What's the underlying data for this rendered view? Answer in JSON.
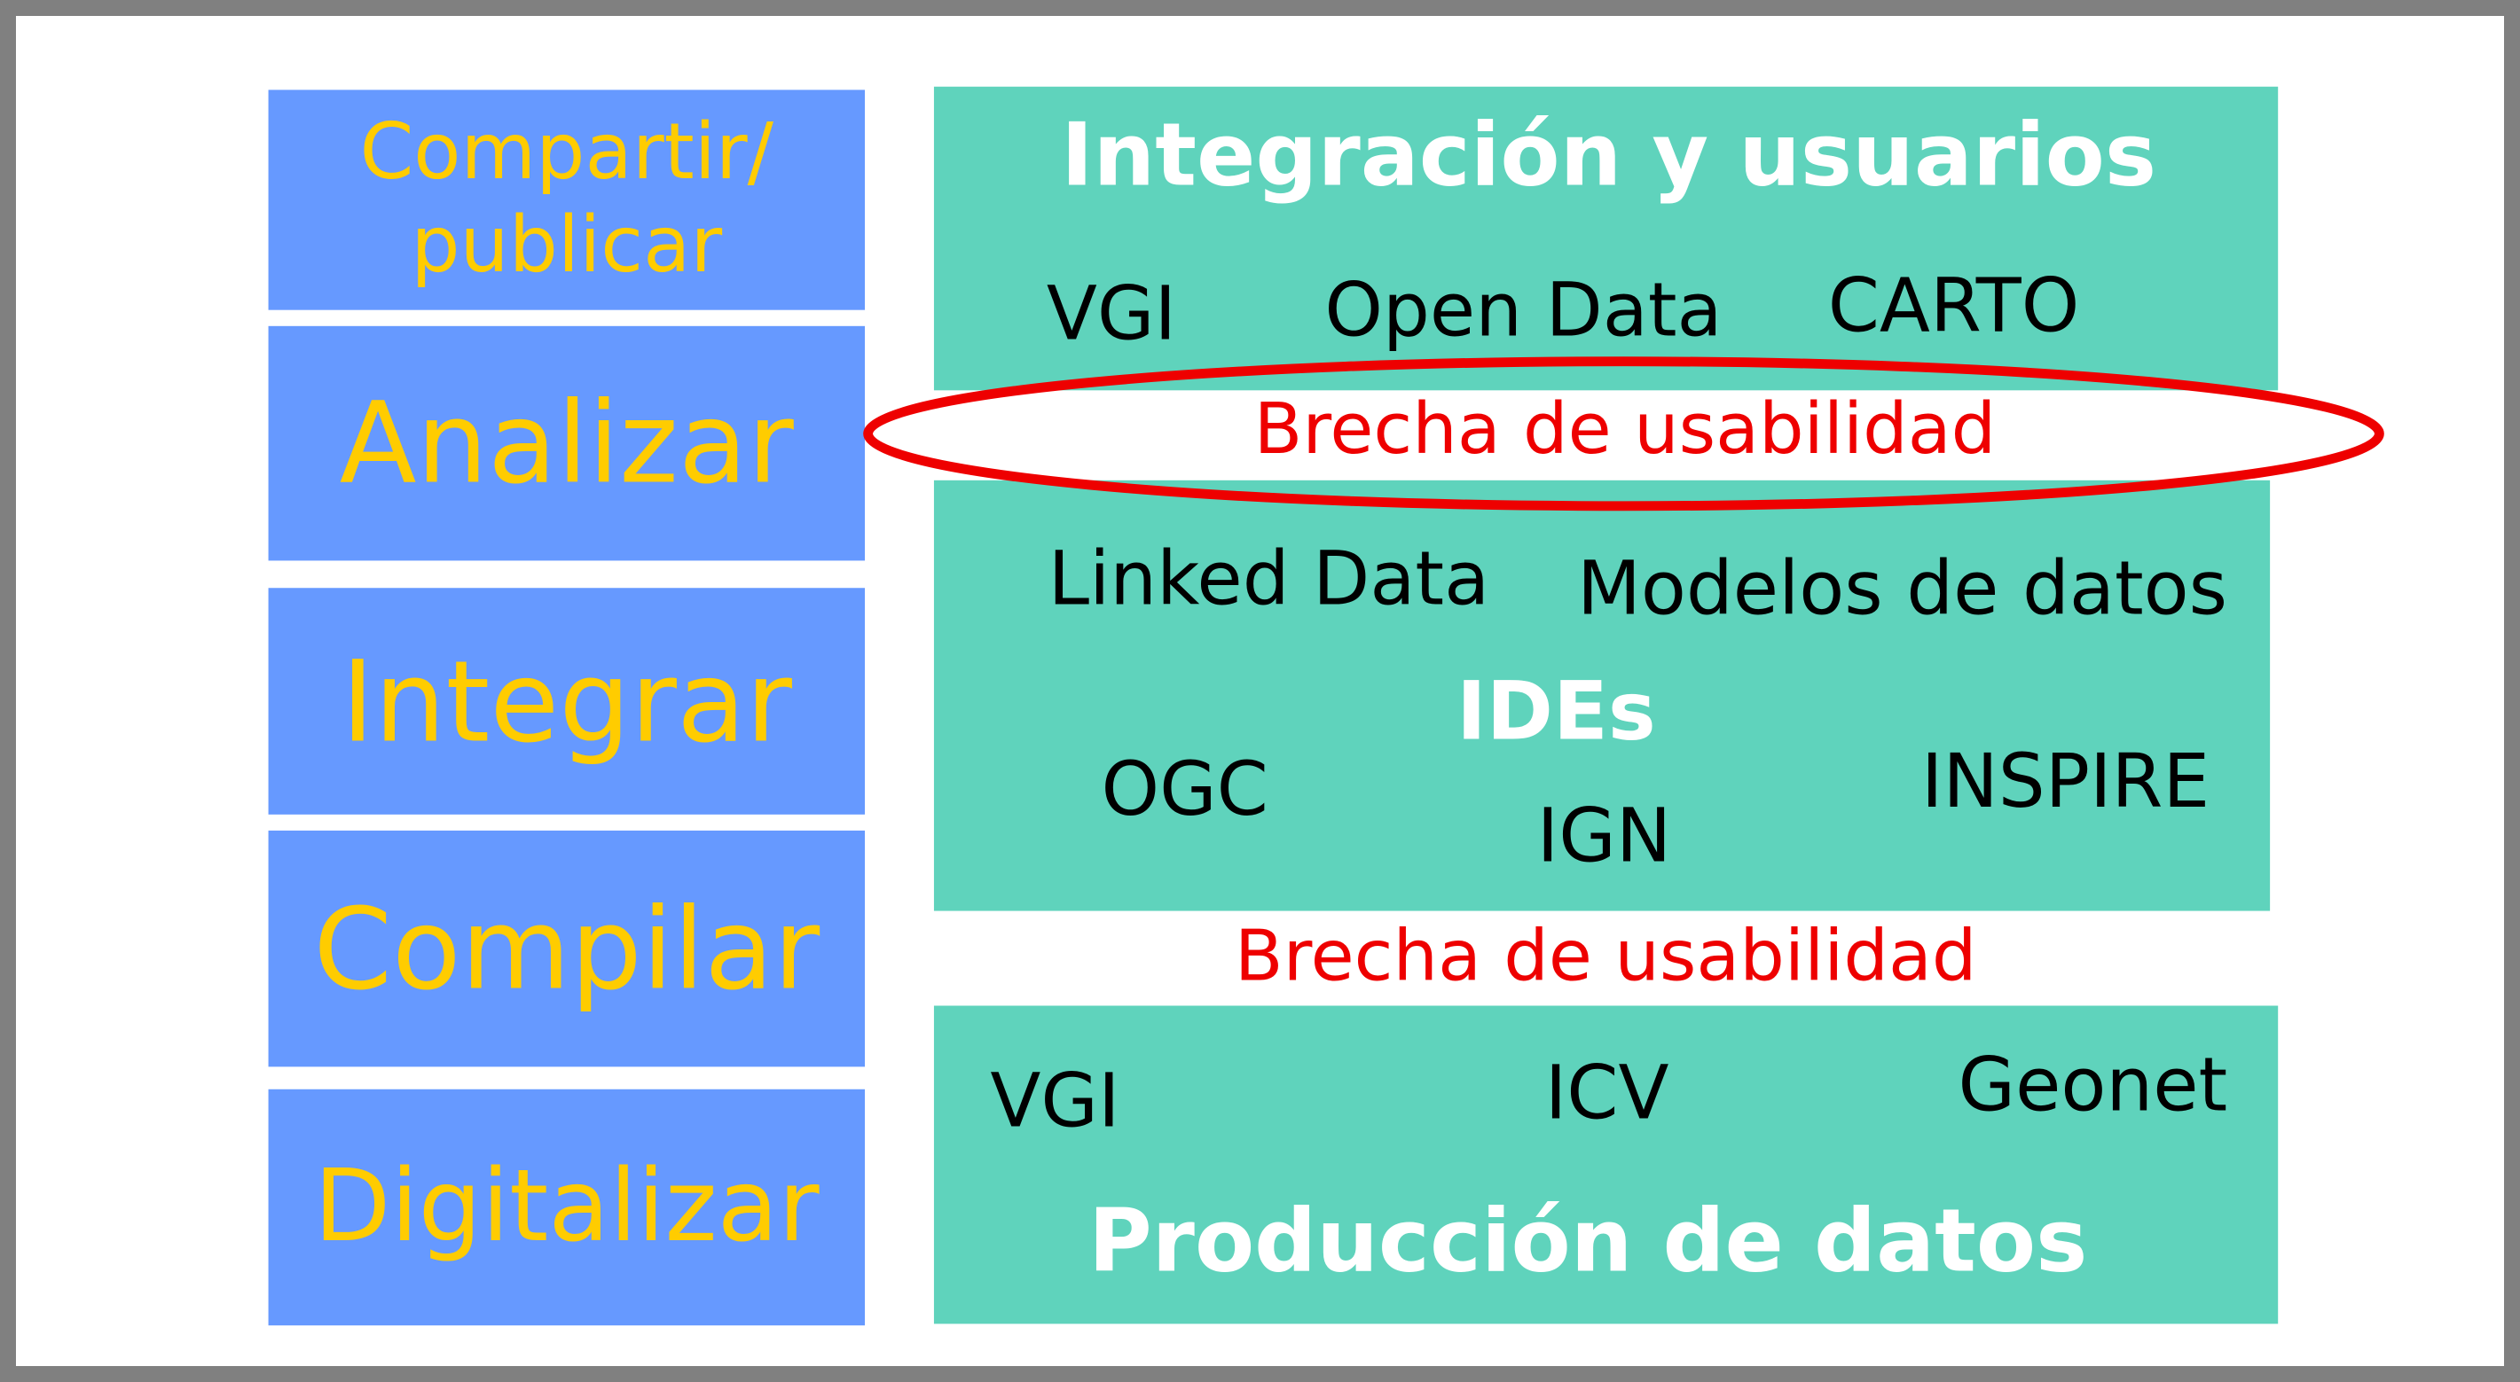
{
  "colors": {
    "frame": "#808080",
    "stage_blue": "#6699FF",
    "stage_text": "#FFCC00",
    "block_green": "#5FD3BC",
    "gap_red": "#EE0000"
  },
  "stages": {
    "compartir": "Compartir/\npublicar",
    "analizar": "Analizar",
    "integrar": "Integrar",
    "compilar": "Compilar",
    "digitalizar": "Digitalizar"
  },
  "top_block": {
    "title": "Integración y usuarios",
    "items": [
      "VGI",
      "Open Data",
      "CARTO"
    ]
  },
  "gap_top": "Brecha de usabilidad",
  "middle_block": {
    "title": "IDEs",
    "items": [
      "Linked Data",
      "Modelos de datos",
      "OGC",
      "IGN",
      "INSPIRE"
    ]
  },
  "gap_bottom": "Brecha de usabilidad",
  "bottom_block": {
    "title": "Producción de datos",
    "items": [
      "VGI",
      "ICV",
      "Geonet"
    ]
  }
}
